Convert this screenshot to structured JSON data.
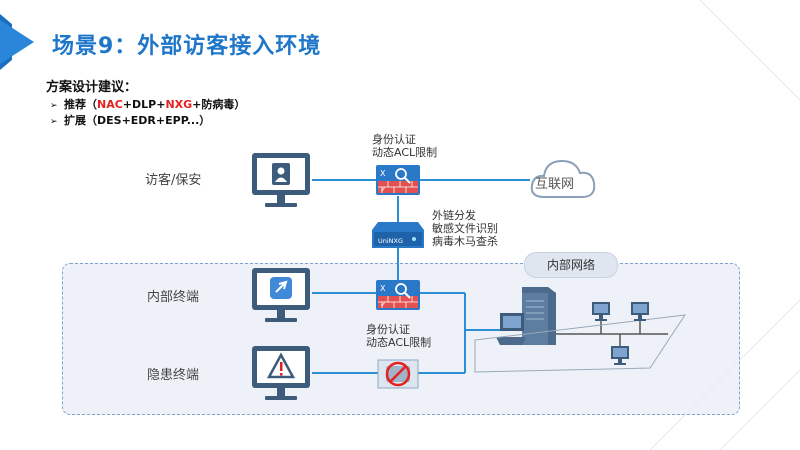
{
  "title": "场景9：外部访客接入环境",
  "recommendation": {
    "heading": "方案设计建议：",
    "bullets": [
      {
        "prefix": "推荐（",
        "parts": [
          {
            "text": "NAC",
            "color": "#e62020"
          },
          {
            "text": "+DLP+",
            "color": "#111111"
          },
          {
            "text": "NXG",
            "color": "#e62020"
          },
          {
            "text": "+防病毒）",
            "color": "#111111"
          }
        ]
      },
      {
        "prefix": "扩展（DES+EDR+EPP...）",
        "parts": []
      }
    ]
  },
  "nodes": {
    "visitor_label": "访客/保安",
    "internal_terminal_label": "内部终端",
    "risk_terminal_label": "隐患终端",
    "internet_label": "互联网",
    "internal_network_label": "内部网络"
  },
  "annotations": {
    "nac_top": [
      "身份认证",
      "动态ACL限制"
    ],
    "nxg": [
      "外链分发",
      "敏感文件识别",
      "病毒木马查杀"
    ],
    "nac_bottom": [
      "身份认证",
      "动态ACL限制"
    ]
  },
  "device_text": {
    "nxg": "UniNXG"
  },
  "colors": {
    "accent": "#1e76c9",
    "line": "#2b8fd6",
    "monitor": "#3d5b7a",
    "highlight_red": "#e62020"
  },
  "icons": {
    "visitor": "monitor-user-icon",
    "internal": "monitor-app-icon",
    "risk": "monitor-warning-icon",
    "internet": "cloud-icon",
    "nac": "nac-firewall-icon",
    "nxg": "nxg-appliance-icon",
    "blocked": "blocked-device-icon",
    "server": "server-workstation-icon"
  }
}
